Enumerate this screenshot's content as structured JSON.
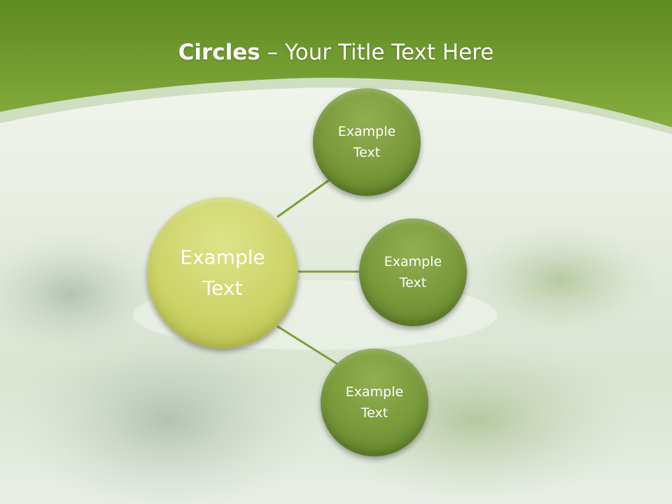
{
  "title": {
    "bold": "Circles",
    "rest": " – Your Title Text Here"
  },
  "diagram": {
    "center": {
      "line1": "Example",
      "line2": "Text"
    },
    "satellites": [
      {
        "line1": "Example",
        "line2": "Text"
      },
      {
        "line1": "Example",
        "line2": "Text"
      },
      {
        "line1": "Example",
        "line2": "Text"
      }
    ]
  },
  "colors": {
    "header_green": "#6e9a2a",
    "center_fill": "#cdd468",
    "satellite_fill": "#78983a",
    "connector": "#7d9e3a"
  }
}
